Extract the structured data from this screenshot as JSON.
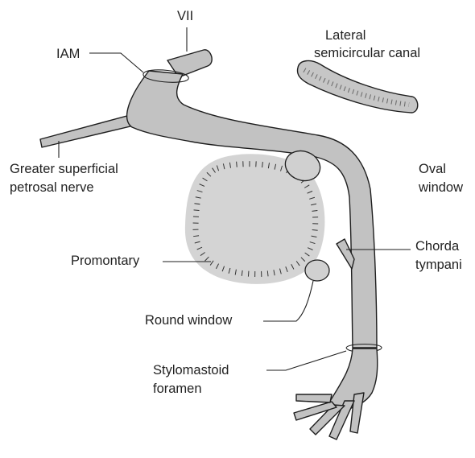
{
  "labels": {
    "vii": "VII",
    "iam": "IAM",
    "lateral_canal": [
      "Lateral",
      "semicircular canal"
    ],
    "greater_nerve": [
      "Greater superficial",
      "petrosal nerve"
    ],
    "oval_window": [
      "Oval",
      "window"
    ],
    "chorda": [
      "Chorda",
      "tympani"
    ],
    "promontary": "Promontary",
    "round_window": "Round window",
    "stylomastoid": [
      "Stylomastoid",
      "foramen"
    ]
  },
  "colors": {
    "nerve_fill": "#c2c2c2",
    "promontory_fill": "#d4d4d4",
    "canal_fill": "#c6c6c6",
    "outline": "#1e1e1e",
    "text": "#222222"
  }
}
